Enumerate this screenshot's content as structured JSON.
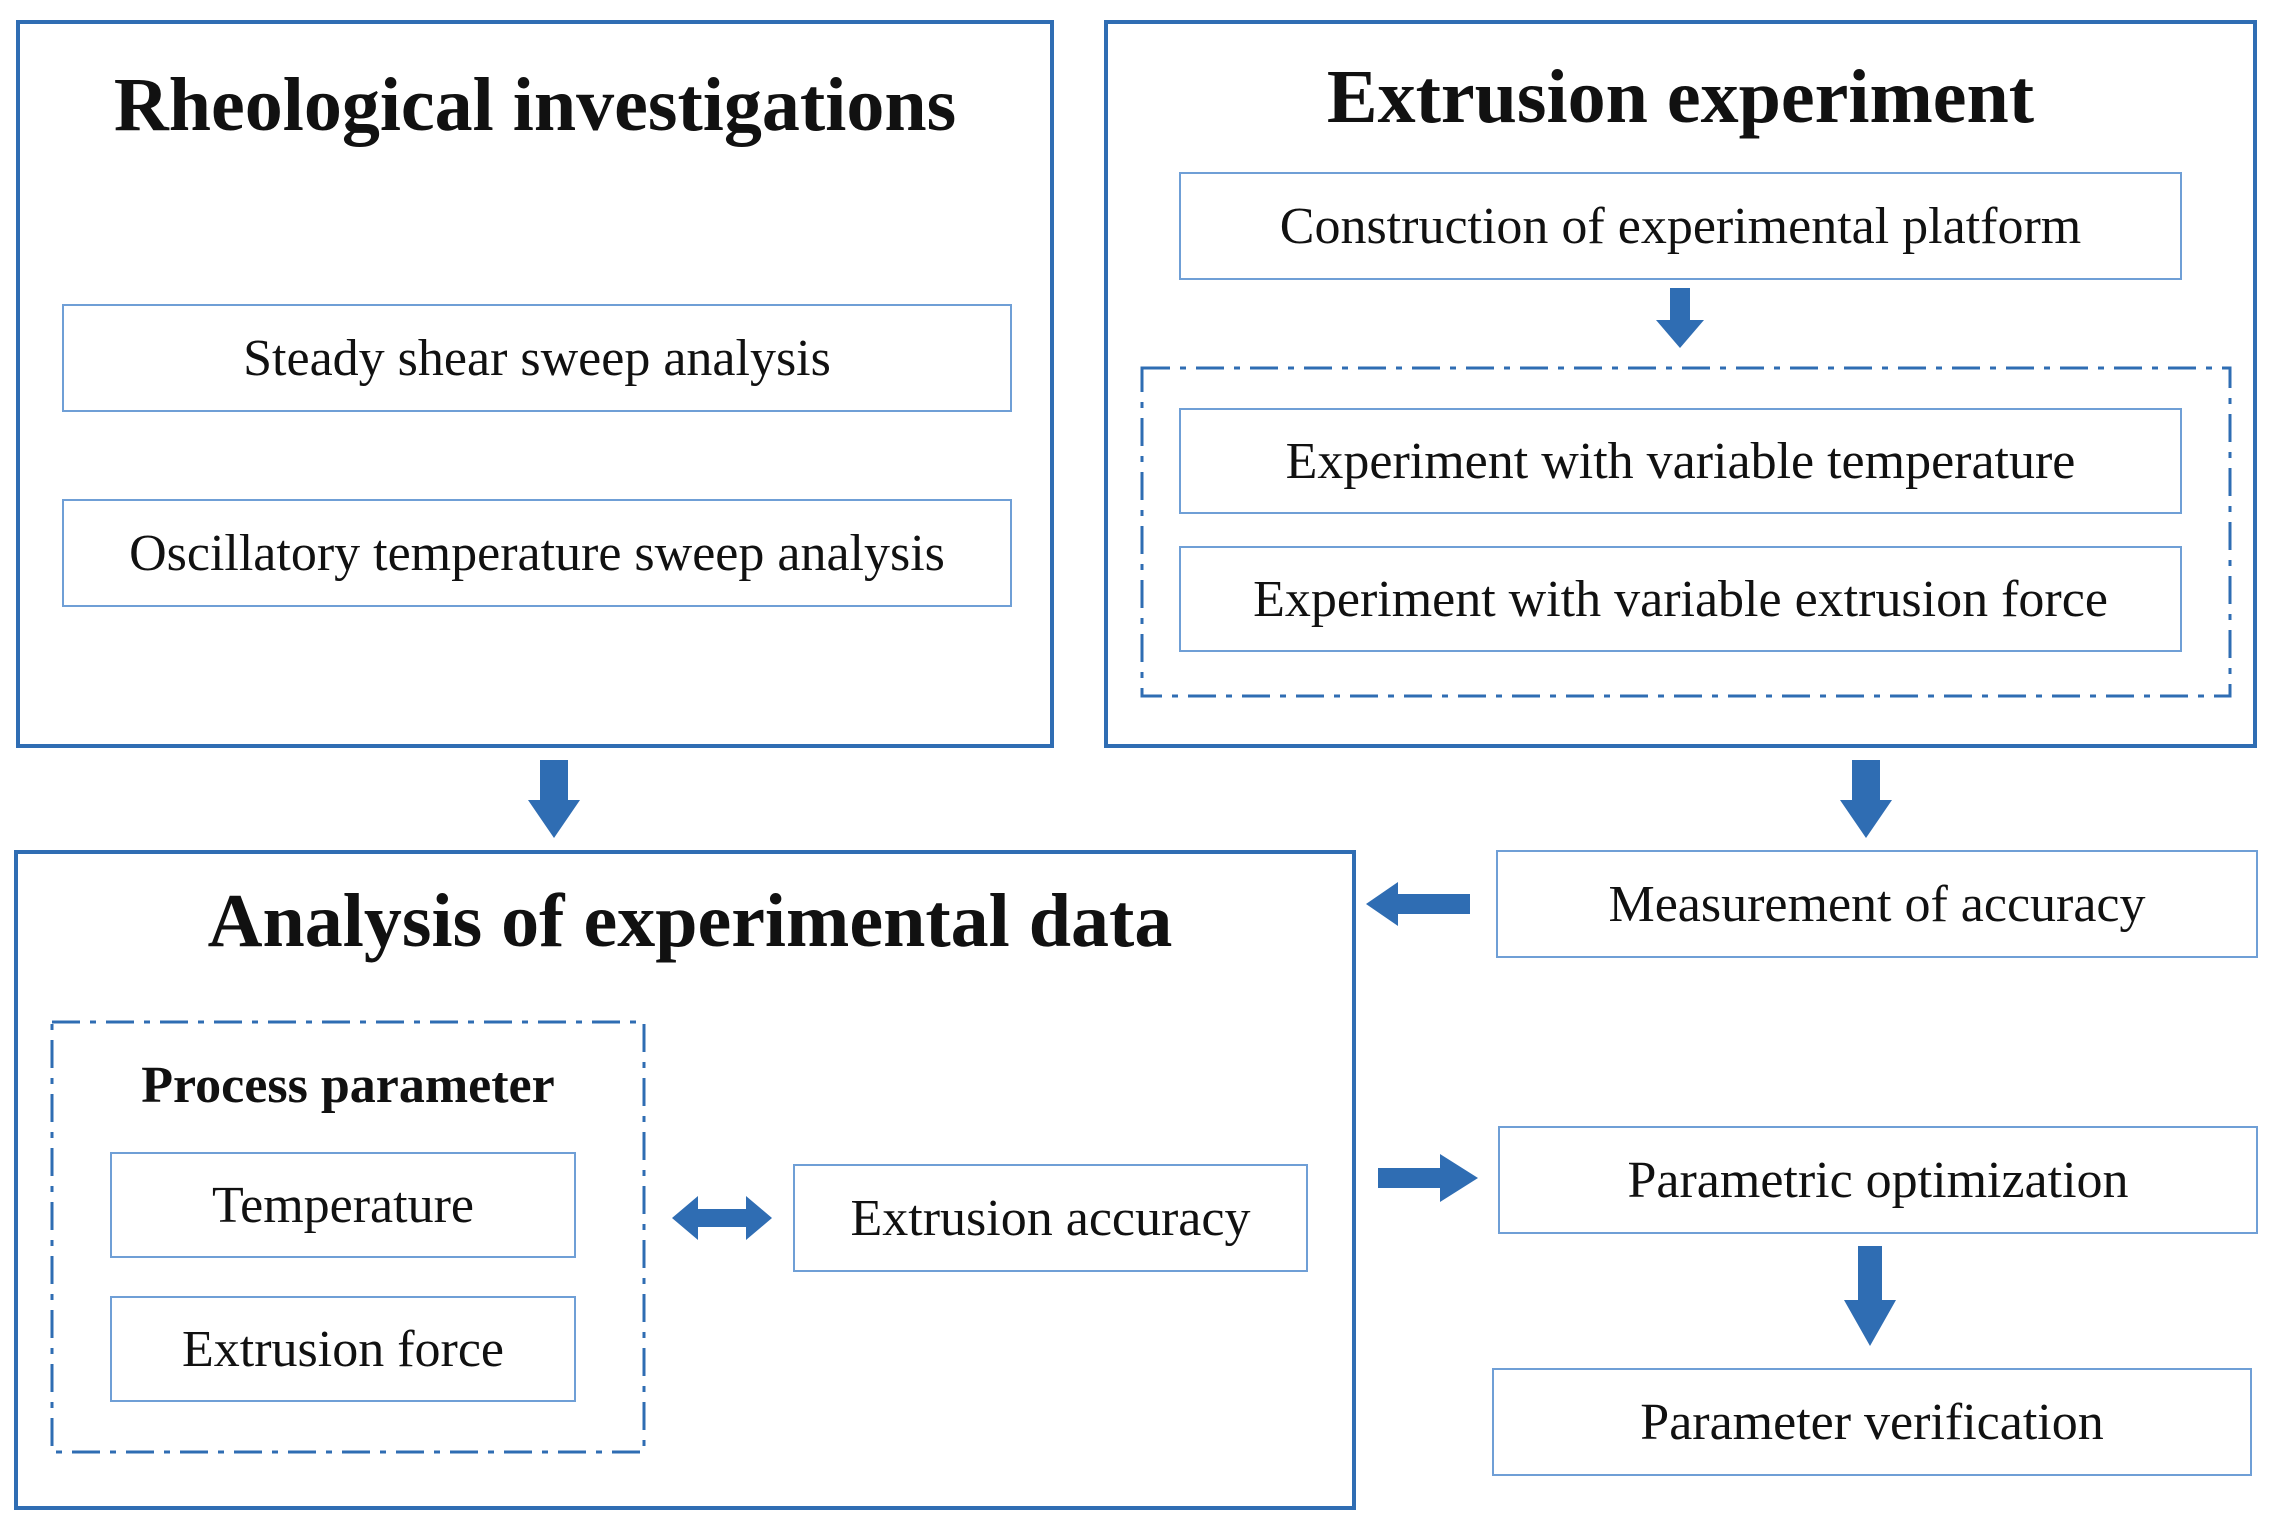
{
  "rheological": {
    "title": "Rheological investigations",
    "steady_shear": "Steady shear sweep analysis",
    "oscillatory": "Oscillatory temperature sweep analysis"
  },
  "extrusion_exp": {
    "title": "Extrusion experiment",
    "platform": "Construction of experimental platform",
    "var_temp": "Experiment with variable temperature",
    "var_force": "Experiment with variable extrusion force"
  },
  "analysis": {
    "title": "Analysis of experimental data",
    "process_param": "Process parameter",
    "temperature": "Temperature",
    "extrusion_force": "Extrusion force",
    "extrusion_accuracy": "Extrusion accuracy"
  },
  "measurement": "Measurement of accuracy",
  "optimization": "Parametric optimization",
  "verification": "Parameter verification",
  "colors": {
    "panel_border": "#2f6db3",
    "box_border": "#6f9fd6",
    "arrow": "#2f6db3"
  }
}
